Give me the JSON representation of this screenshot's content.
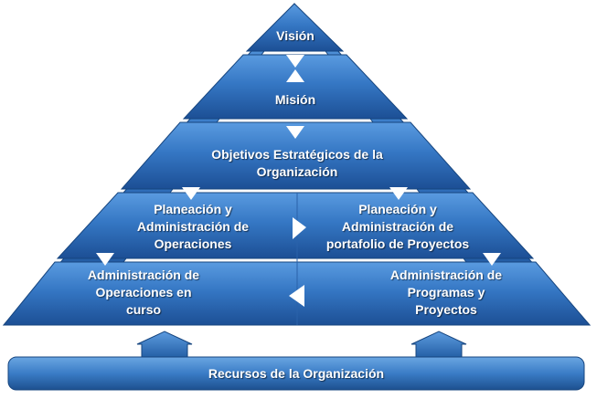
{
  "colors": {
    "tier_light": "#4d8fd4",
    "tier_dark": "#1c4f95",
    "edge": "#16457f",
    "arrow": "#ffffff",
    "base_light": "#5c9bdc",
    "base_dark": "#1d508f"
  },
  "pyramid": {
    "vision": "Visión",
    "mission": "Misión",
    "strategic_objectives": "Objetivos Estratégicos de la\nOrganización",
    "operations_planning": "Planeación y\nAdministración de\nOperaciones",
    "portfolio_planning": "Planeación y\nAdministración de\nportafolio de Proyectos",
    "ongoing_operations": "Administración de\nOperaciones  en\ncurso",
    "programs_projects": "Administración de\nProgramas y\nProyectos"
  },
  "base": {
    "label": "Recursos de la Organización"
  }
}
